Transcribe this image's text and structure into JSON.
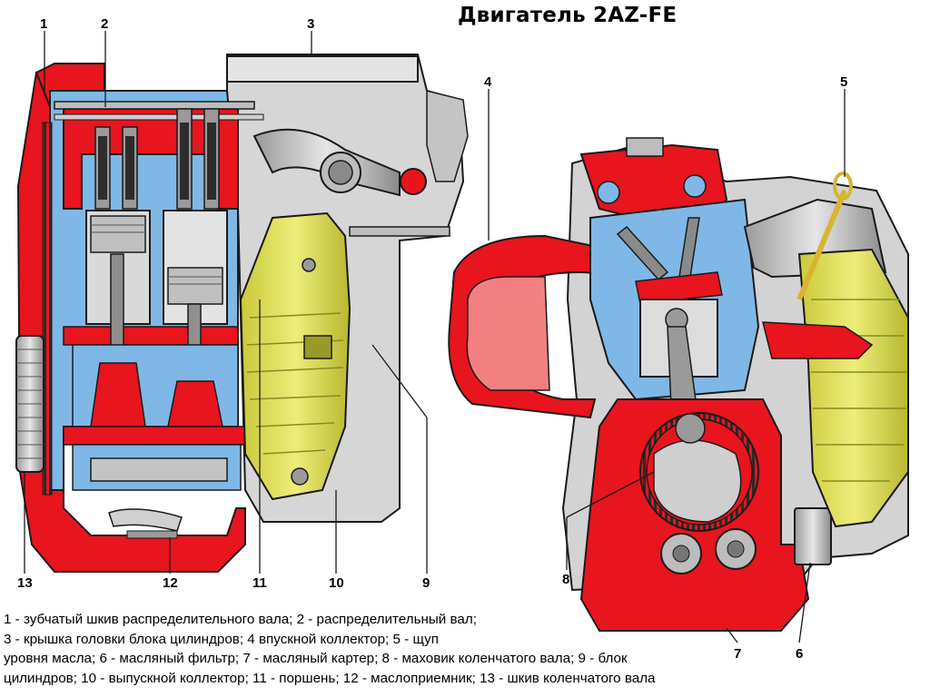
{
  "title": "Двигатель 2AZ-FE",
  "callouts": {
    "c1": "1",
    "c2": "2",
    "c3": "3",
    "c4": "4",
    "c5": "5",
    "c6": "6",
    "c7": "7",
    "c8": "8",
    "c9": "9",
    "c10": "10",
    "c11": "11",
    "c12": "12",
    "c13": "13"
  },
  "caption": {
    "line1": "1 - зубчатый шкив распределительного вала; 2 - распределительный вал;",
    "line2": "3  - крышка головки блока цилиндров; 4 впускной коллектор; 5 - щуп",
    "line3": "уровня масла; 6 - масляный фильтр; 7 - масляный картер; 8 - маховик коленчатого вала; 9 - блок",
    "line4": "цилиндров; 10 - выпускной коллектор; 11 - поршень; 12 - маслоприемник; 13 - шкив коленчатого вала"
  },
  "colors": {
    "oil_red": "#e8141e",
    "coolant_blue": "#7fb8e6",
    "catalyst_yellow": "#d8d84a",
    "metal_gray": "#c9c9c9",
    "outline": "#1a1a1a"
  }
}
